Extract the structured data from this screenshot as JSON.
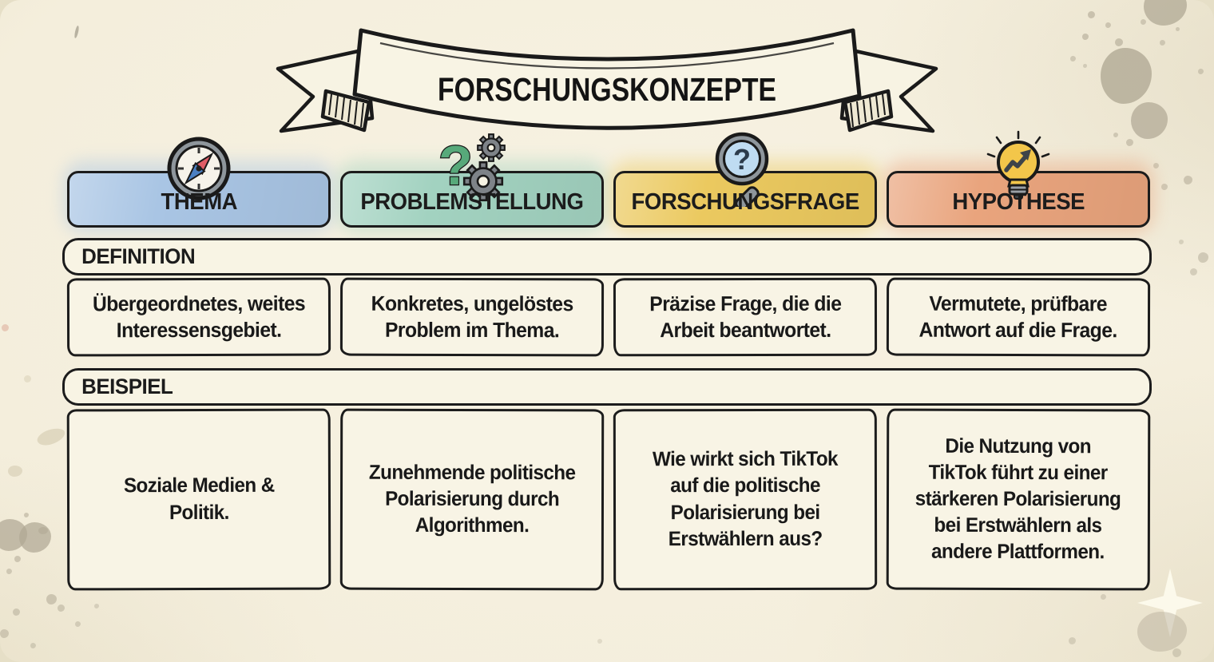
{
  "title": "FORSCHUNGSKONZEPTE",
  "columns": [
    {
      "label": "THEMA",
      "icon": "compass-icon",
      "color": "#a9c5e4"
    },
    {
      "label": "PROBLEMSTELLUNG",
      "icon": "question-gears-icon",
      "color": "#a2d2c0"
    },
    {
      "label": "FORSCHUNGSFRAGE",
      "icon": "magnifier-question-icon",
      "color": "#ebc95f"
    },
    {
      "label": "HYPOTHESE",
      "icon": "lightbulb-trend-icon",
      "color": "#e9a47d"
    }
  ],
  "rows": [
    {
      "label": "DEFINITION",
      "cells": [
        "Übergeordnetes, weites\nInteressensgebiet.",
        "Konkretes, ungelöstes\nProblem im Thema.",
        "Präzise Frage, die die\nArbeit beantwortet.",
        "Vermutete, prüfbare\nAntwort auf die Frage."
      ]
    },
    {
      "label": "BEISPIEL",
      "cells": [
        "Soziale Medien &\nPolitik.",
        "Zunehmende politische\nPolarisierung durch\nAlgorithmen.",
        "Wie wirkt sich TikTok\nauf die politische\nPolarisierung bei\nErstwählern aus?",
        "Die Nutzung von\nTikTok führt zu einer\nstärkeren Polarisierung\nbei Erstwählern als\nandere Plattformen."
      ]
    }
  ],
  "colors": {
    "paper": "#f5f0de",
    "ink": "#1c1c1c",
    "cell_background": "#f8f4e5",
    "splatter": "#b0a894",
    "compass_needle_red": "#e05d66",
    "compass_needle_blue": "#4b80c3",
    "question_green": "#57a97a",
    "gear_gray": "#7e8388",
    "lens_blue": "#bfdcf2",
    "bulb_yellow": "#f3c64a"
  }
}
